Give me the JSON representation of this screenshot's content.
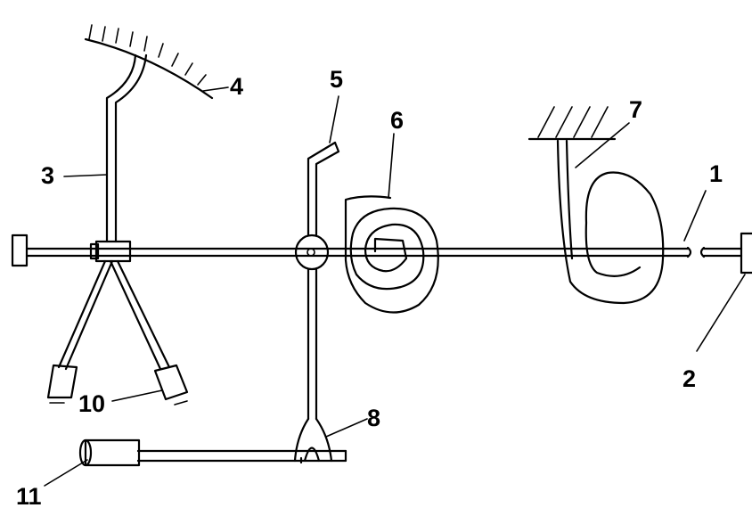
{
  "labels": {
    "l1": "1",
    "l2": "2",
    "l3": "3",
    "l4": "4",
    "l5": "5",
    "l6": "6",
    "l7": "7",
    "l8": "8",
    "l10": "10",
    "l11": "11"
  }
}
